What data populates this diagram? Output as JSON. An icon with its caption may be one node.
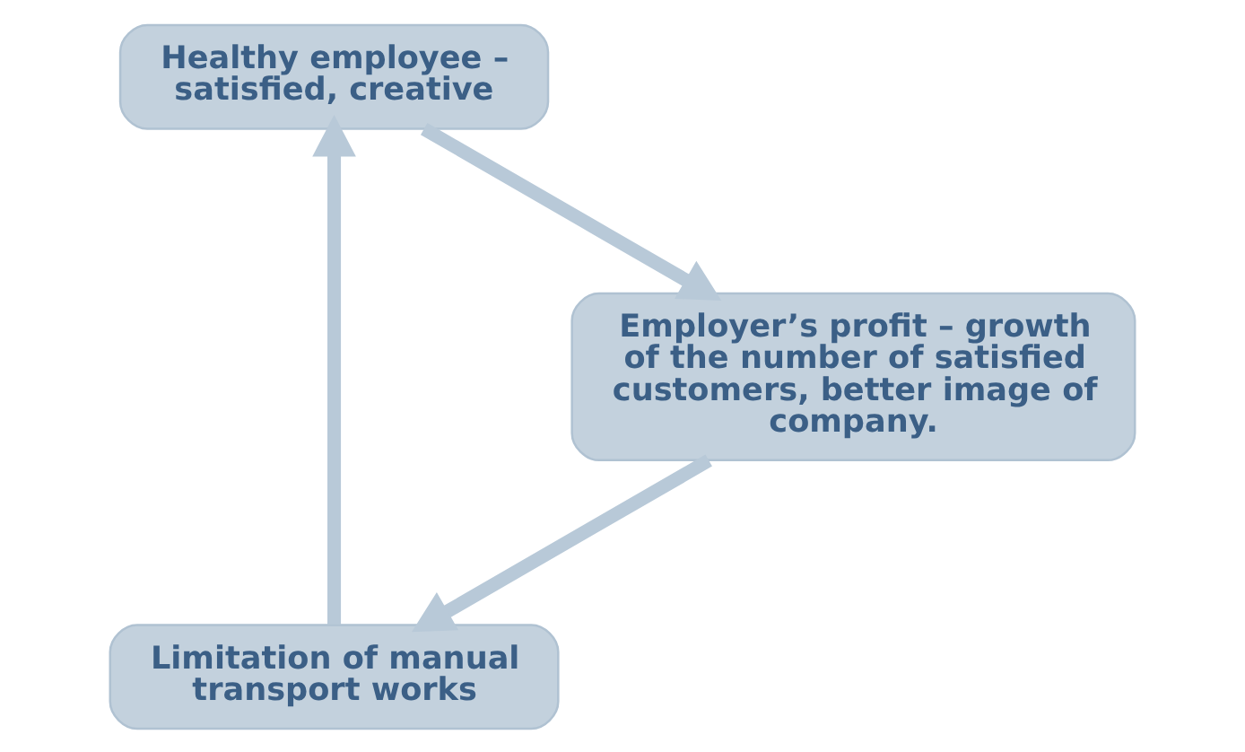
{
  "diagram": {
    "nodes": [
      {
        "text": [
          "Limitation of manual transport works"
        ]
      },
      {
        "text": [
          "Healthy employee – satisfied, creative"
        ]
      },
      {
        "text": [
          "Employer’s profit – growth of the number of satisfied customers, better image of company."
        ]
      }
    ],
    "edges": [
      {
        "from": 0,
        "to": 1,
        "arrow": "to"
      },
      {
        "from": 1,
        "to": 2,
        "arrow": "to"
      },
      {
        "from": 2,
        "to": 0,
        "arrow": "to"
      }
    ]
  }
}
